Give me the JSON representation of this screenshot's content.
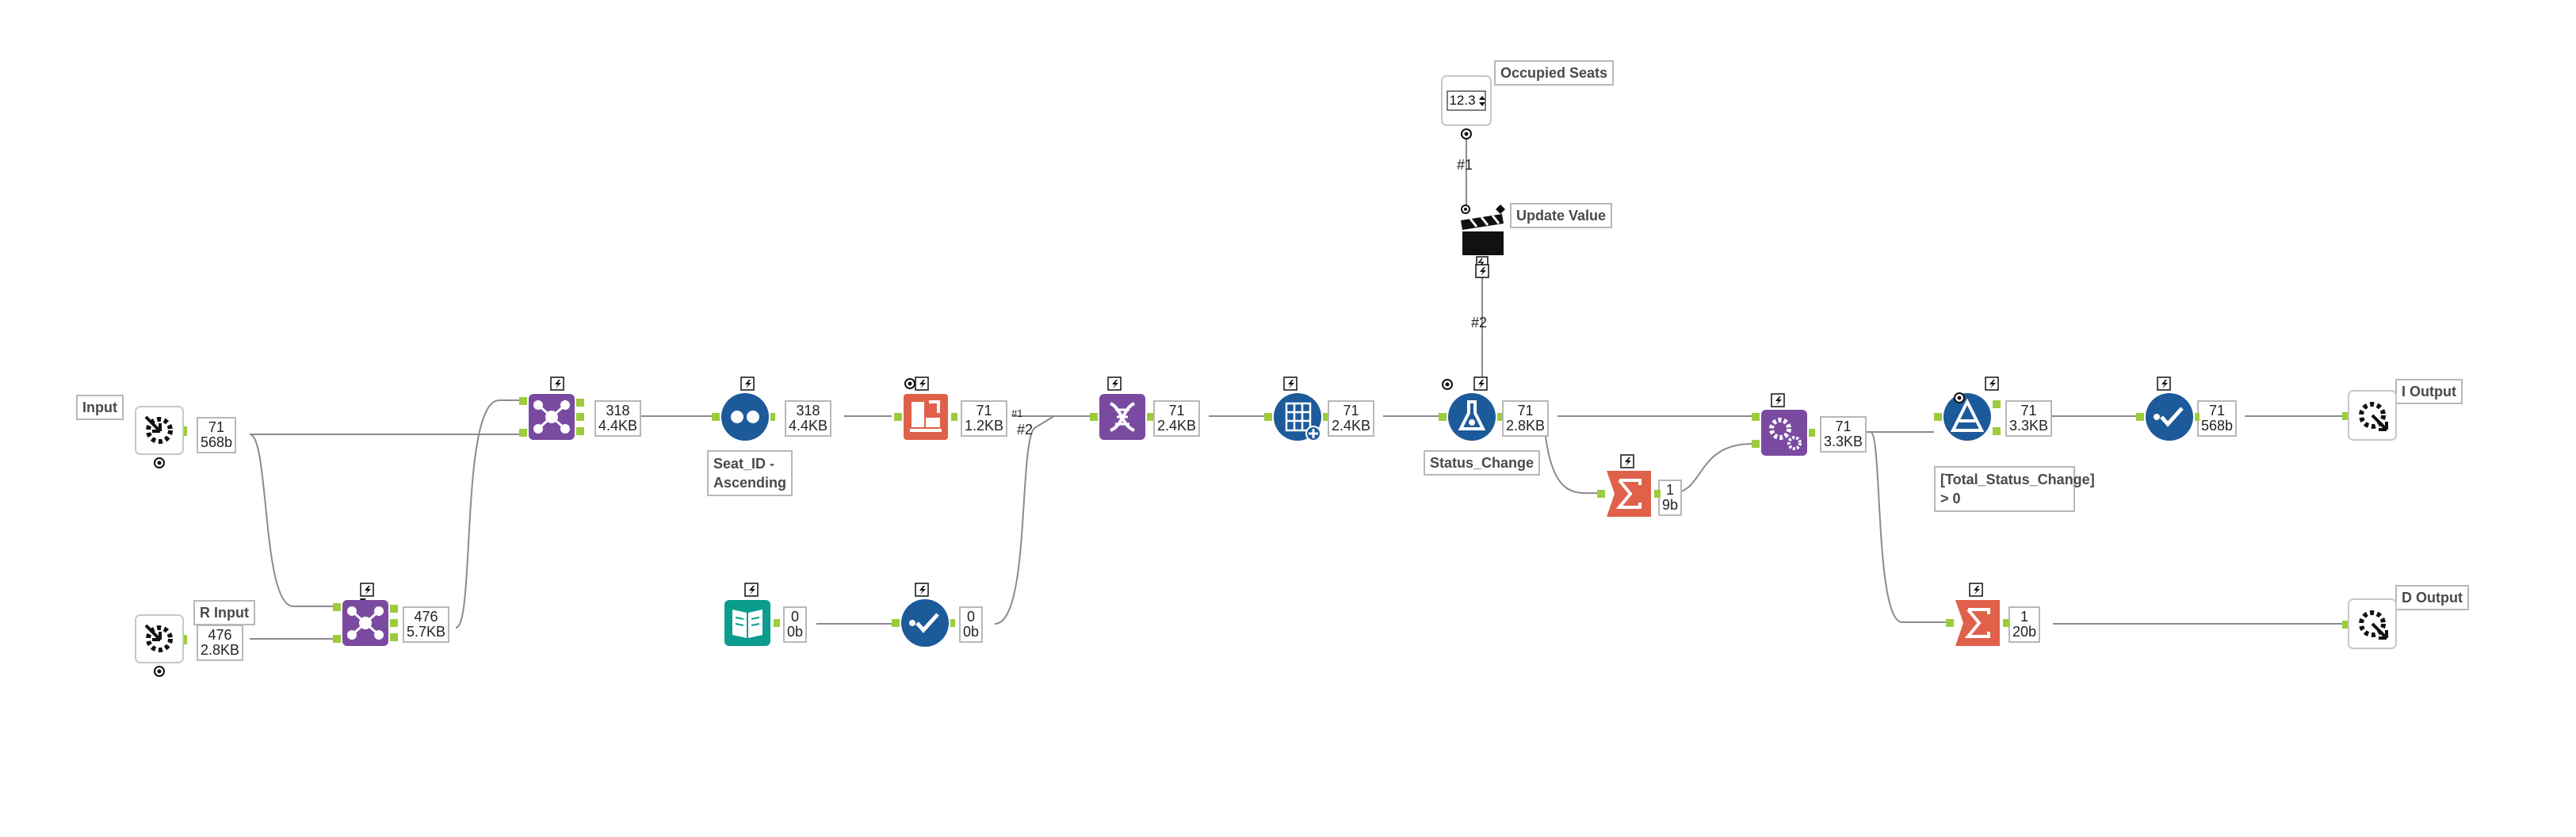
{
  "colors": {
    "wire": "#8c8c8c",
    "anchor": "#9ccc3c",
    "purple": "#7a4aa0",
    "blue": "#1d5a9a",
    "orange": "#e0614a",
    "teal": "#0a9c8c",
    "black": "#111111"
  },
  "annotations": {
    "input": "Input",
    "r_input": "R Input",
    "seat_sort": "Seat_ID - Ascending",
    "occupied": "Occupied Seats",
    "update": "Update Value",
    "status": "Status_Change",
    "filter": "[Total_Status_Change] > 0",
    "i_output": "I Output",
    "d_output": "D Output"
  },
  "numeric_up_down": "12.3",
  "connection_tags": {
    "c1": "#1",
    "c2": "#2",
    "c3": "#2",
    "c4": "#1"
  },
  "records": {
    "input": {
      "count": "71",
      "size": "568b"
    },
    "r_input": {
      "count": "476",
      "size": "2.8KB"
    },
    "join1": {
      "count": "476",
      "size": "5.7KB"
    },
    "join2": {
      "count": "318",
      "size": "4.4KB"
    },
    "sort": {
      "count": "318",
      "size": "4.4KB"
    },
    "formula_r": {
      "count": "71",
      "size": "1.2KB"
    },
    "dna": {
      "count": "71",
      "size": "2.4KB"
    },
    "grid": {
      "count": "71",
      "size": "2.4KB"
    },
    "flask": {
      "count": "71",
      "size": "2.8KB"
    },
    "sum1": {
      "count": "1",
      "size": "9b"
    },
    "gear": {
      "count": "71",
      "size": "3.3KB"
    },
    "filter": {
      "count": "71",
      "size": "3.3KB"
    },
    "check2": {
      "count": "71",
      "size": "568b"
    },
    "sum2": {
      "count": "1",
      "size": "20b"
    },
    "book": {
      "count": "0",
      "size": "0b"
    },
    "check1": {
      "count": "0",
      "size": "0b"
    }
  },
  "icons": {
    "input": "macro-input-icon",
    "r_input": "macro-input-icon",
    "join1": "join-icon",
    "join2": "join-icon",
    "sort": "sort-icon",
    "formula_r": "record-id-icon",
    "dna": "transpose-icon",
    "grid": "append-fields-icon",
    "flask": "formula-icon",
    "sum1": "summarize-icon",
    "sum2": "summarize-icon",
    "gear": "macro-gear-icon",
    "filter": "filter-icon",
    "check1": "select-icon",
    "check2": "select-icon",
    "book": "text-input-icon",
    "update": "action-icon",
    "numeric": "numeric-up-down-icon",
    "i_output": "macro-output-icon",
    "d_output": "macro-output-icon"
  }
}
